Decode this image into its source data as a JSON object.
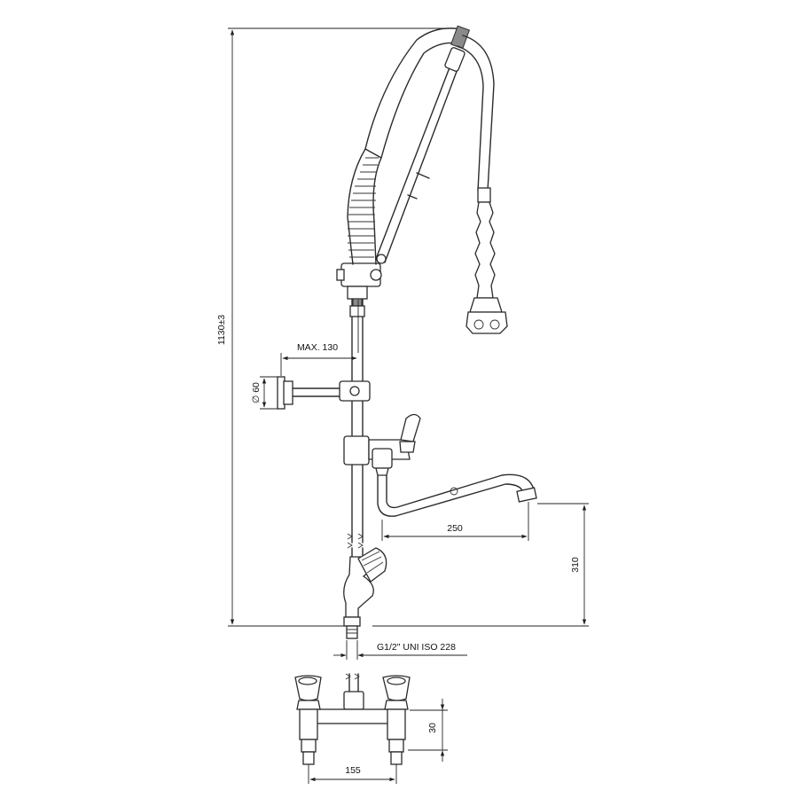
{
  "dimensions": {
    "total_height": "1130±3",
    "max_wall_arm": "MAX. 130",
    "wall_plate_diameter": "∅ 60",
    "spout_reach": "250",
    "spout_height": "310",
    "connection_thread": "G1/2\" UNI ISO 228",
    "mixer_height": "30",
    "mixer_centers": "155"
  },
  "colors": {
    "line": "#2b2b2b",
    "dimension": "#222222",
    "background": "#ffffff"
  }
}
